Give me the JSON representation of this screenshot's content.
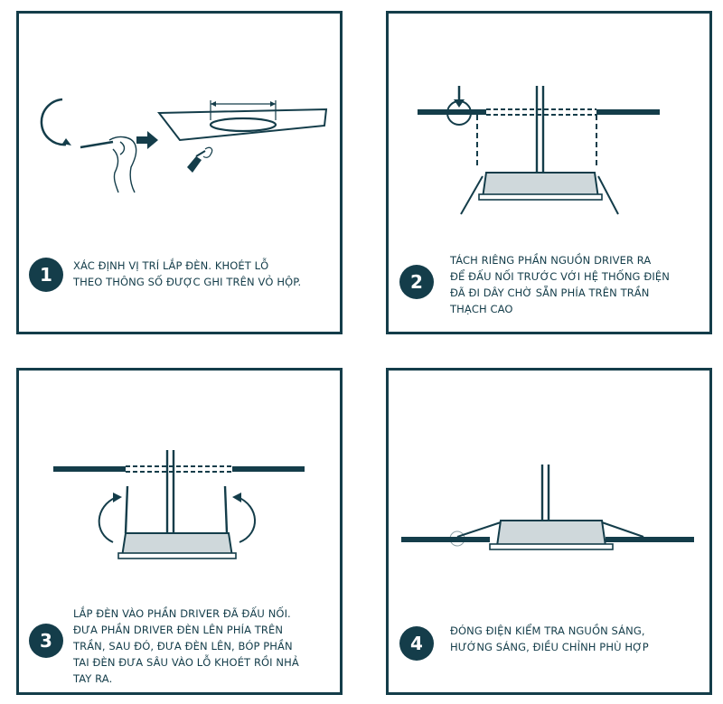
{
  "colors": {
    "primary": "#143d4a",
    "lamp_fill": "#cfd8db",
    "background": "#ffffff"
  },
  "steps": [
    {
      "number": "1",
      "lines": [
        "Xác định vị trí lắp đèn. Khoét lỗ",
        "theo thông số được ghi trên vỏ hộp."
      ]
    },
    {
      "number": "2",
      "lines": [
        "Tách riêng phần nguồn driver ra",
        "để đấu nối trước với hệ thống điện",
        "đã đi dây chờ sẵn phía trên trần",
        "thạch cao"
      ]
    },
    {
      "number": "3",
      "lines": [
        "Lắp đèn vào phần driver đã đấu nối.",
        "Đưa phần driver đèn lên phía trên",
        "trần, sau đó, đưa đèn lên, bóp phần",
        "tai đèn đưa sâu vào lỗ khoét rồi nhả",
        "tay ra."
      ]
    },
    {
      "number": "4",
      "lines": [
        "Đóng điện kiểm tra nguồn sáng,",
        "hướng sáng, điều chỉnh phù hợp"
      ]
    }
  ]
}
